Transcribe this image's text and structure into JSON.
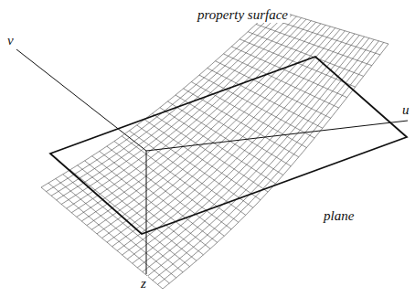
{
  "diagram": {
    "labels": [
      "property surface",
      "v",
      "u",
      "plane",
      "z"
    ]
  }
}
